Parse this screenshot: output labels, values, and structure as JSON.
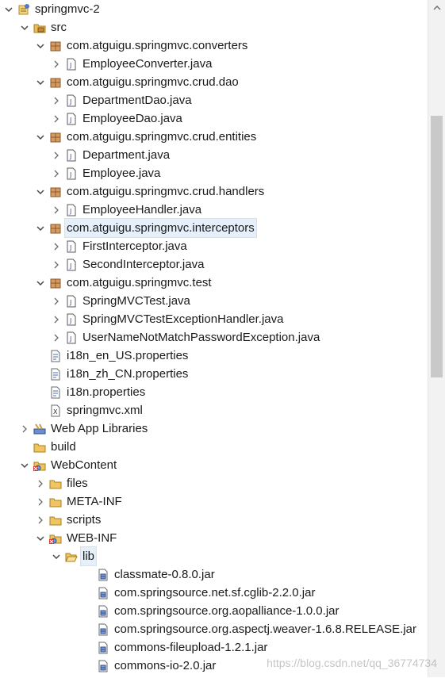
{
  "tree": [
    {
      "label": "springmvc-2",
      "icon": "project-icon",
      "depth": 0,
      "toggle": "expanded"
    },
    {
      "label": "src",
      "icon": "source-folder-icon",
      "depth": 1,
      "toggle": "expanded"
    },
    {
      "label": "com.atguigu.springmvc.converters",
      "icon": "package-icon",
      "depth": 2,
      "toggle": "expanded"
    },
    {
      "label": "EmployeeConverter.java",
      "icon": "java-file-icon",
      "depth": 3,
      "toggle": "collapsed"
    },
    {
      "label": "com.atguigu.springmvc.crud.dao",
      "icon": "package-icon",
      "depth": 2,
      "toggle": "expanded"
    },
    {
      "label": "DepartmentDao.java",
      "icon": "java-file-icon",
      "depth": 3,
      "toggle": "collapsed"
    },
    {
      "label": "EmployeeDao.java",
      "icon": "java-file-icon",
      "depth": 3,
      "toggle": "collapsed"
    },
    {
      "label": "com.atguigu.springmvc.crud.entities",
      "icon": "package-icon",
      "depth": 2,
      "toggle": "expanded"
    },
    {
      "label": "Department.java",
      "icon": "java-file-icon",
      "depth": 3,
      "toggle": "collapsed"
    },
    {
      "label": "Employee.java",
      "icon": "java-file-icon",
      "depth": 3,
      "toggle": "collapsed"
    },
    {
      "label": "com.atguigu.springmvc.crud.handlers",
      "icon": "package-icon",
      "depth": 2,
      "toggle": "expanded"
    },
    {
      "label": "EmployeeHandler.java",
      "icon": "java-file-icon",
      "depth": 3,
      "toggle": "collapsed"
    },
    {
      "label": "com.atguigu.springmvc.interceptors",
      "icon": "package-icon",
      "depth": 2,
      "toggle": "expanded",
      "selected": true
    },
    {
      "label": "FirstInterceptor.java",
      "icon": "java-file-icon",
      "depth": 3,
      "toggle": "collapsed"
    },
    {
      "label": "SecondInterceptor.java",
      "icon": "java-file-icon",
      "depth": 3,
      "toggle": "collapsed"
    },
    {
      "label": "com.atguigu.springmvc.test",
      "icon": "package-icon",
      "depth": 2,
      "toggle": "expanded"
    },
    {
      "label": "SpringMVCTest.java",
      "icon": "java-file-icon",
      "depth": 3,
      "toggle": "collapsed"
    },
    {
      "label": "SpringMVCTestExceptionHandler.java",
      "icon": "java-file-icon",
      "depth": 3,
      "toggle": "collapsed"
    },
    {
      "label": "UserNameNotMatchPasswordException.java",
      "icon": "java-file-icon",
      "depth": 3,
      "toggle": "collapsed"
    },
    {
      "label": "i18n_en_US.properties",
      "icon": "properties-file-icon",
      "depth": 2,
      "toggle": "none"
    },
    {
      "label": "i18n_zh_CN.properties",
      "icon": "properties-file-icon",
      "depth": 2,
      "toggle": "none"
    },
    {
      "label": "i18n.properties",
      "icon": "properties-file-icon",
      "depth": 2,
      "toggle": "none"
    },
    {
      "label": "springmvc.xml",
      "icon": "xml-file-icon",
      "depth": 2,
      "toggle": "none"
    },
    {
      "label": "Web App Libraries",
      "icon": "library-icon",
      "depth": 1,
      "toggle": "collapsed"
    },
    {
      "label": "build",
      "icon": "folder-icon",
      "depth": 1,
      "toggle": "none"
    },
    {
      "label": "WebContent",
      "icon": "web-folder-error-icon",
      "depth": 1,
      "toggle": "expanded"
    },
    {
      "label": "files",
      "icon": "folder-icon",
      "depth": 2,
      "toggle": "collapsed"
    },
    {
      "label": "META-INF",
      "icon": "folder-icon",
      "depth": 2,
      "toggle": "collapsed"
    },
    {
      "label": "scripts",
      "icon": "folder-icon",
      "depth": 2,
      "toggle": "collapsed"
    },
    {
      "label": "WEB-INF",
      "icon": "web-folder-error-icon",
      "depth": 2,
      "toggle": "expanded"
    },
    {
      "label": "lib",
      "icon": "open-folder-icon",
      "depth": 3,
      "toggle": "expanded",
      "selected": true
    },
    {
      "label": "classmate-0.8.0.jar",
      "icon": "jar-file-icon",
      "depth": 5,
      "toggle": "none"
    },
    {
      "label": "com.springsource.net.sf.cglib-2.2.0.jar",
      "icon": "jar-file-icon",
      "depth": 5,
      "toggle": "none"
    },
    {
      "label": "com.springsource.org.aopalliance-1.0.0.jar",
      "icon": "jar-file-icon",
      "depth": 5,
      "toggle": "none"
    },
    {
      "label": "com.springsource.org.aspectj.weaver-1.6.8.RELEASE.jar",
      "icon": "jar-file-icon",
      "depth": 5,
      "toggle": "none"
    },
    {
      "label": "commons-fileupload-1.2.1.jar",
      "icon": "jar-file-icon",
      "depth": 5,
      "toggle": "none"
    },
    {
      "label": "commons-io-2.0.jar",
      "icon": "jar-file-icon",
      "depth": 5,
      "toggle": "none"
    }
  ],
  "watermark": "https://blog.csdn.net/qq_36774734",
  "colors": {
    "package": "#b5651d",
    "folder": "#e6b14a",
    "java": "#4a6fb5",
    "selection": "#e6f0fb"
  }
}
